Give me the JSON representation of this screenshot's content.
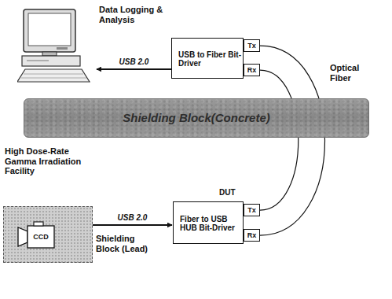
{
  "diagram": {
    "nodes": [
      {
        "text": [
          "Data Logging & Analysis"
        ]
      },
      {
        "text": [
          "USB to Fiber Bit-Driver"
        ]
      },
      {
        "text": [
          "Tx"
        ]
      },
      {
        "text": [
          "Rx"
        ]
      },
      {
        "text": [
          "Shielding Block(Concrete)"
        ]
      },
      {
        "text": [
          "Shielding Block (Lead)"
        ]
      },
      {
        "text": [
          "CCD"
        ],
        "in": 5
      },
      {
        "text": [
          "DUT",
          "Fiber to USB HUB Bit-Driver"
        ]
      },
      {
        "text": [
          "Tx"
        ]
      },
      {
        "text": [
          "Rx"
        ]
      }
    ],
    "edges": [
      {
        "from": 1,
        "to": 0,
        "label": "USB 2.0",
        "arrow": "to"
      },
      {
        "from": 2,
        "to": 9,
        "arrow": "none"
      },
      {
        "from": 3,
        "to": 8,
        "arrow": "none"
      },
      {
        "from": 5,
        "to": 7,
        "label": "USB 2.0",
        "arrow": "to"
      }
    ],
    "labels": [
      "Optical Fiber",
      "High Dose-Rate Gamma Irradiation Facility"
    ]
  }
}
